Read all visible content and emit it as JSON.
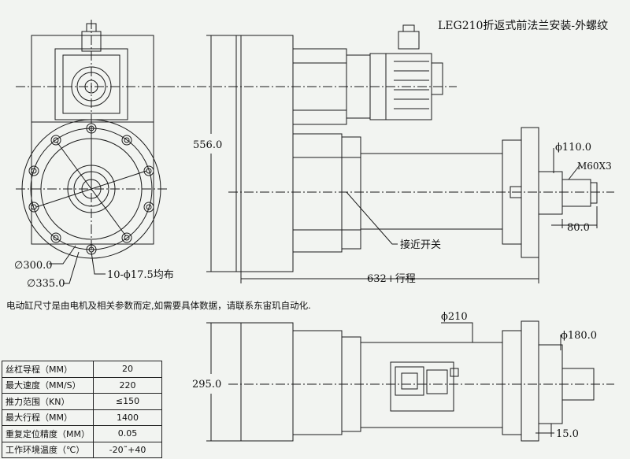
{
  "title": "LEG210折返式前法兰安装-外螺纹",
  "dimensions": {
    "height_556": "556.0",
    "dia_110": "ϕ110.0",
    "thread": "M60X3",
    "len_80": "80.0",
    "proximity_switch": "接近开关",
    "stroke": "632+行程",
    "dia_300": "∅300.0",
    "dia_335": "∅335.0",
    "holes": "10-ϕ17.5均布",
    "dia_210": "ϕ210",
    "dia_180": "ϕ180.0",
    "height_295": "295.0",
    "len_15": "15.0"
  },
  "note": "电动缸尺寸是由电机及相关参数而定,如需要具体数据，请联系东宙玑自动化.",
  "specs": [
    {
      "label": "丝杠导程（MM）",
      "value": "20"
    },
    {
      "label": "最大速度（MM/S）",
      "value": "220"
    },
    {
      "label": "推力范围（KN）",
      "value": "≤150"
    },
    {
      "label": "最大行程（MM）",
      "value": "1400"
    },
    {
      "label": "重复定位精度（MM）",
      "value": "0.05"
    },
    {
      "label": "工作环境温度（℃）",
      "value": "-20˜+40"
    }
  ],
  "colors": {
    "line": "#1a1a1a",
    "background": "#f2f4f1"
  }
}
